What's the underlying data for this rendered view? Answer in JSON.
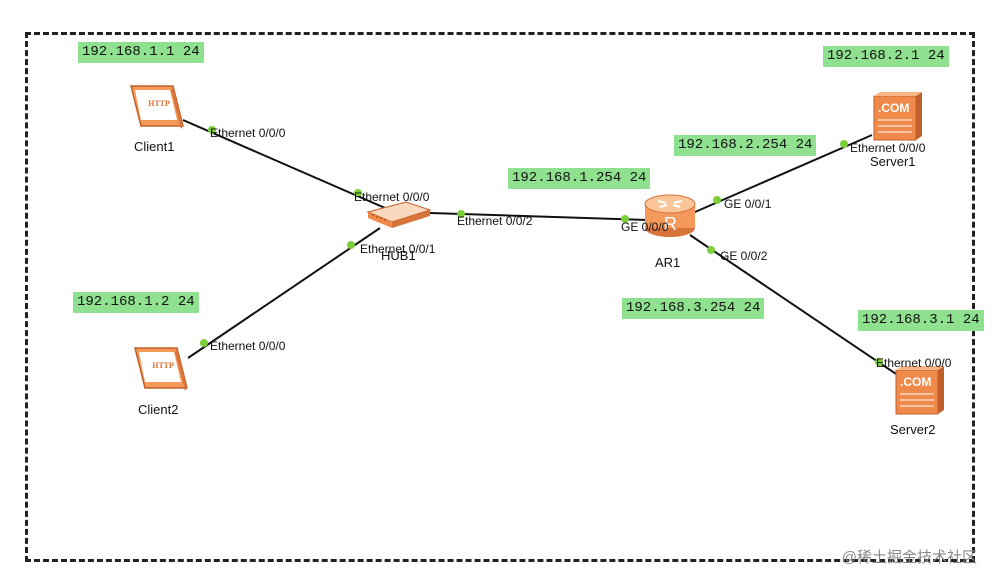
{
  "frame": {
    "style": "dashed"
  },
  "ips": {
    "client1": "192.168.1.1 24",
    "client2": "192.168.1.2 24",
    "ar1_ge000": "192.168.1.254 24",
    "ar1_ge001": "192.168.2.254 24",
    "ar1_ge002": "192.168.3.254 24",
    "server1": "192.168.2.1 24",
    "server2": "192.168.3.1 24"
  },
  "devices": {
    "client1": "Client1",
    "client2": "Client2",
    "hub1": "HUB1",
    "ar1": "AR1",
    "server1": "Server1",
    "server2": "Server2"
  },
  "device_badges": {
    "client": "HTTP",
    "server": ".COM",
    "router": "R"
  },
  "ports": {
    "client1_eth": "Ethernet 0/0/0",
    "client2_eth": "Ethernet 0/0/0",
    "hub_eth000": "Ethernet 0/0/0",
    "hub_eth001": "Ethernet 0/0/1",
    "hub_eth002": "Ethernet 0/0/2",
    "ar1_ge000": "GE 0/0/0",
    "ar1_ge001": "GE 0/0/1",
    "ar1_ge002": "GE 0/0/2",
    "server1_eth": "Ethernet 0/0/0",
    "server2_eth": "Ethernet 0/0/0"
  },
  "colors": {
    "ip_bg": "#8fe08f",
    "device": "#f0894a",
    "link": "#111111",
    "port_dot": "#7ccf3a"
  },
  "watermark": "@稀土掘金技术社区"
}
